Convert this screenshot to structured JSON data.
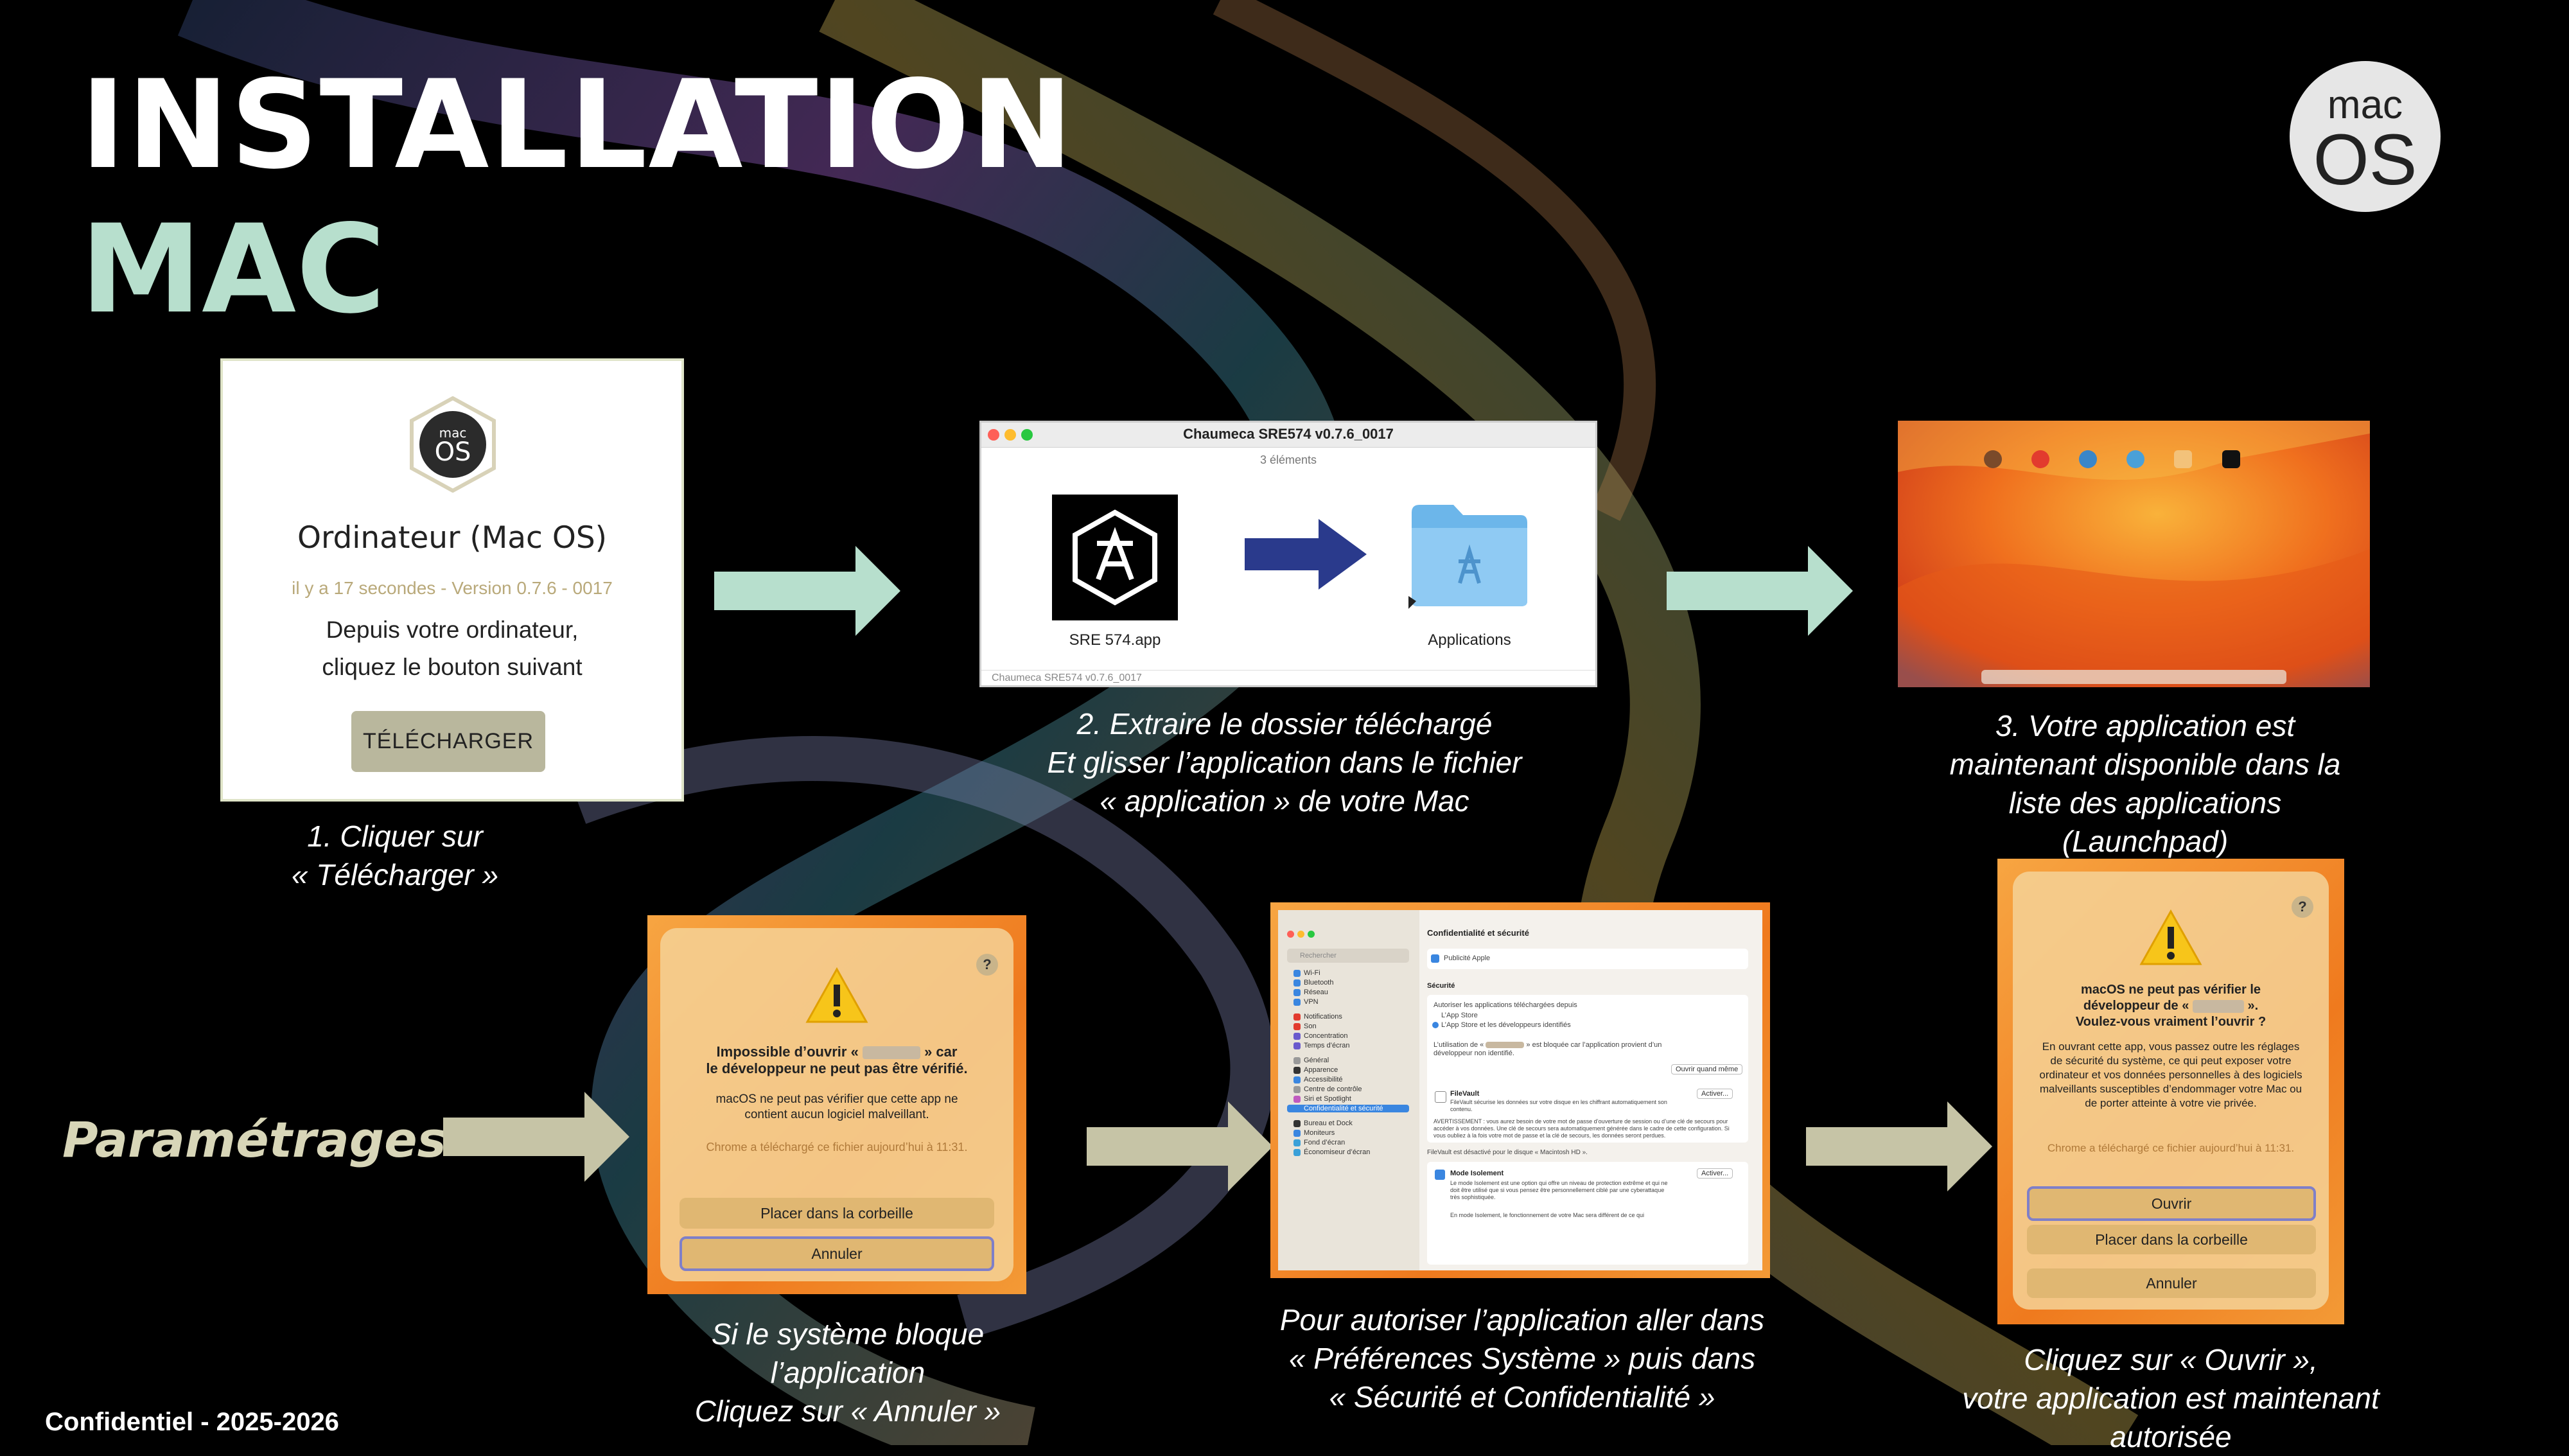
{
  "slide": {
    "title_line1": "INSTALLATION",
    "title_line2": "MAC",
    "badge": {
      "top": "mac",
      "bottom": "OS"
    },
    "footer": "Confidentiel - 2025-2026",
    "section_label": "Paramétrages",
    "colors": {
      "accent_mint": "#b7dfcd",
      "accent_khaki": "#c6c4a6"
    }
  },
  "step1": {
    "card": {
      "icon": "macos-hexagon-icon",
      "icon_text_top": "mac",
      "icon_text_bottom": "OS",
      "heading": "Ordinateur (Mac OS)",
      "meta": "il y a 17 secondes - Version 0.7.6 - 0017",
      "desc_line1": "Depuis votre ordinateur,",
      "desc_line2": "cliquez le bouton suivant",
      "button": "TÉLÉCHARGER"
    },
    "caption_line1": "1.   Cliquer sur",
    "caption_line2": "« Télécharger »"
  },
  "step2": {
    "window": {
      "title": "Chaumeca SRE574 v0.7.6_0017",
      "subtitle": "3 éléments",
      "app_label": "SRE 574.app",
      "folder_label": "Applications",
      "footer": "Chaumeca SRE574 v0.7.6_0017"
    },
    "caption_line1": "2. Extraire le dossier téléchargé",
    "caption_line2": "Et glisser l’application dans le fichier",
    "caption_line3": "« application » de votre Mac"
  },
  "step3": {
    "caption_line1": "3. Votre application est",
    "caption_line2": "maintenant disponible dans la",
    "caption_line3": "liste des applications",
    "caption_line4": "(Launchpad)"
  },
  "dialog1": {
    "title_a": "Impossible d’ouvrir «",
    "title_b": "» car",
    "title_c": "le développeur ne peut pas être vérifié.",
    "body": "macOS ne peut pas vérifier que cette app ne contient aucun logiciel malveillant.",
    "note": "Chrome a téléchargé ce fichier aujourd’hui à 11:31.",
    "btn_trash": "Placer dans la corbeille",
    "btn_cancel": "Annuler",
    "help": "?",
    "caption_line1": "Si le système bloque",
    "caption_line2": "l’application",
    "caption_line3": "Cliquez sur « Annuler »"
  },
  "settings": {
    "page_title": "Confidentialité et sécurité",
    "search": "Rechercher",
    "sidebar": [
      "Wi-Fi",
      "Bluetooth",
      "Réseau",
      "VPN",
      "Notifications",
      "Son",
      "Concentration",
      "Temps d’écran",
      "Général",
      "Apparence",
      "Accessibilité",
      "Centre de contrôle",
      "Siri et Spotlight",
      "Confidentialité et sécurité",
      "Bureau et Dock",
      "Moniteurs",
      "Fond d’écran",
      "Économiseur d’écran"
    ],
    "ads": "Publicité Apple",
    "security": "Sécurité",
    "allow": "Autoriser les applications téléchargées depuis",
    "opt1": "L’App Store",
    "opt2": "L’App Store et les développeurs identifiés",
    "blocked_a": "L’utilisation de «",
    "blocked_b": "» est bloquée car l’application provient d’un développeur non identifié.",
    "open_anyway": "Ouvrir quand même",
    "filevault": "FileVault",
    "filevault_desc": "FileVault sécurise les données sur votre disque en les chiffrant automatiquement son contenu.",
    "activate": "Activer...",
    "warning": "AVERTISSEMENT : vous aurez besoin de votre mot de passe d’ouverture de session ou d’une clé de secours pour accéder à vos données. Une clé de secours sera automatiquement générée dans le cadre de cette configuration. Si vous oubliez à la fois votre mot de passe et la clé de secours, les données seront perdues.",
    "fv_off": "FileVault est désactivé pour le disque « Macintosh HD ».",
    "lockdown": "Mode Isolement",
    "lockdown_desc": "Le mode Isolement est une option qui offre un niveau de protection extrême et qui ne doit être utilisé que si vous pensez être personnellement ciblé par une cyberattaque très sophistiquée.",
    "lockdown_more": "En mode Isolement, le fonctionnement de votre Mac sera différent de ce qui",
    "caption_line1": "Pour autoriser l’application aller dans",
    "caption_line2": "« Préférences Système » puis dans",
    "caption_line3": "« Sécurité et Confidentialité »"
  },
  "dialog2": {
    "title_a": "macOS ne peut pas vérifier le",
    "title_b": "développeur de «",
    "title_c": "».",
    "title_d": "Voulez-vous vraiment l’ouvrir ?",
    "body": "En ouvrant cette app, vous passez outre les réglages de sécurité du système, ce qui peut exposer votre ordinateur et vos données personnelles à des logiciels malveillants susceptibles d’endommager votre Mac ou de porter atteinte à votre vie privée.",
    "note": "Chrome a téléchargé ce fichier aujourd’hui à 11:31.",
    "btn_open": "Ouvrir",
    "btn_trash": "Placer dans la corbeille",
    "btn_cancel": "Annuler",
    "help": "?",
    "caption_line1": "Cliquez sur « Ouvrir »,",
    "caption_line2": "votre application est maintenant",
    "caption_line3": "autorisée"
  }
}
